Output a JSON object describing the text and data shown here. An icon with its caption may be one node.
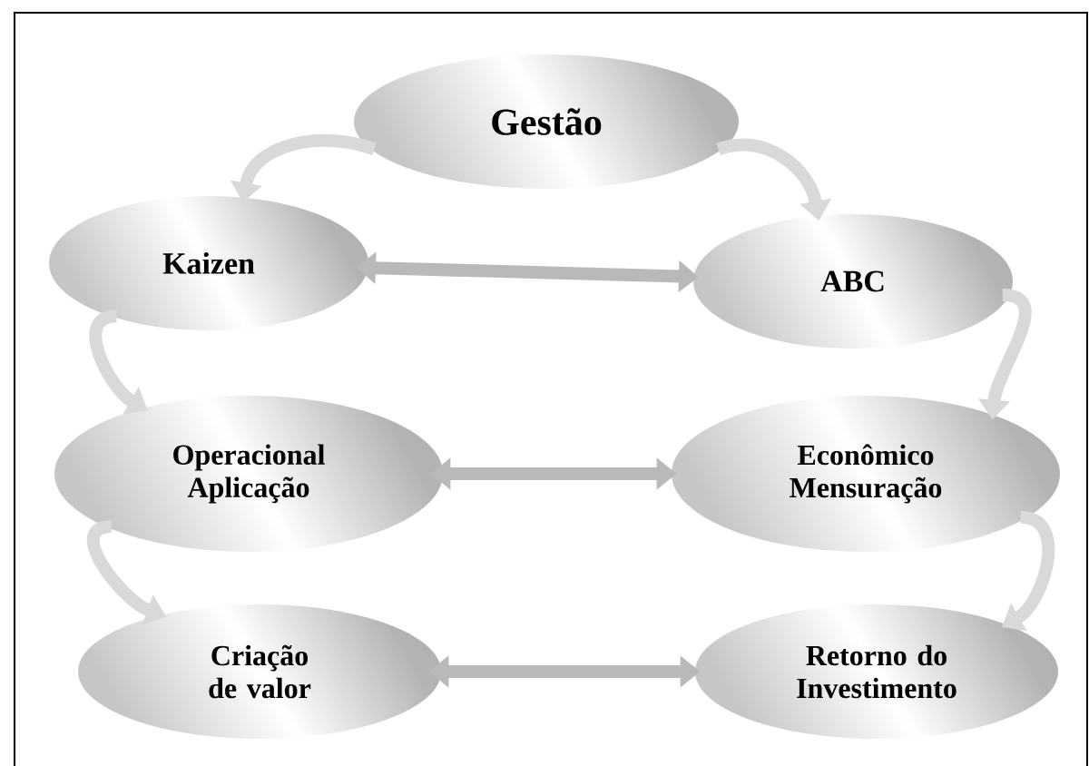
{
  "diagram": {
    "nodes": [
      {
        "text": [
          "Gestão"
        ]
      },
      {
        "text": [
          "Kaizen"
        ]
      },
      {
        "text": [
          "ABC"
        ]
      },
      {
        "text": [
          "Operacional Aplicação"
        ]
      },
      {
        "text": [
          "Econômico Mensuração"
        ]
      },
      {
        "text": [
          "Criação de valor"
        ]
      },
      {
        "text": [
          "Retorno do Investimento"
        ]
      }
    ],
    "edges": [
      {
        "from": 0,
        "to": 1,
        "arrow": "to"
      },
      {
        "from": 0,
        "to": 2,
        "arrow": "to"
      },
      {
        "from": 1,
        "to": 2,
        "arrow": "both"
      },
      {
        "from": 1,
        "to": 3,
        "arrow": "to"
      },
      {
        "from": 2,
        "to": 4,
        "arrow": "to"
      },
      {
        "from": 3,
        "to": 4,
        "arrow": "both"
      },
      {
        "from": 3,
        "to": 5,
        "arrow": "to"
      },
      {
        "from": 4,
        "to": 6,
        "arrow": "to"
      },
      {
        "from": 5,
        "to": 6,
        "arrow": "both"
      }
    ]
  }
}
